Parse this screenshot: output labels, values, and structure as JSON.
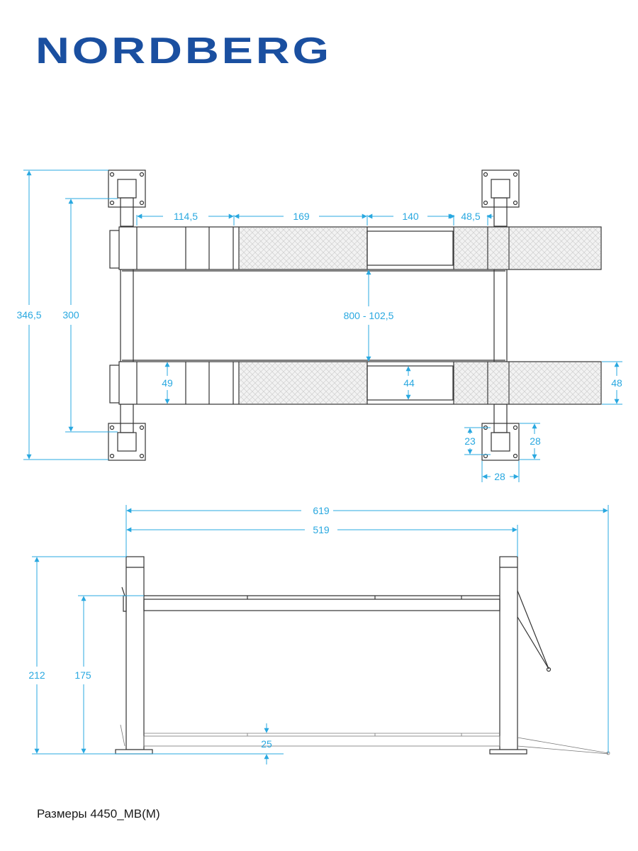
{
  "brand": {
    "name": "NORDBERG",
    "color": "#1a4fa0"
  },
  "accent_color": "#29a8e0",
  "caption": "Размеры 4450_MB(M)",
  "top_view": {
    "dimensions": {
      "d114": "114,5",
      "d169": "169",
      "d140": "140",
      "d48_5": "48,5",
      "d346": "346,5",
      "d300": "300",
      "d800": "800 - 102,5",
      "d49": "49",
      "d44": "44",
      "d48": "48",
      "d23": "23",
      "d28v": "28",
      "d28h": "28"
    }
  },
  "side_view": {
    "dimensions": {
      "d619": "619",
      "d519": "519",
      "d212": "212",
      "d175": "175",
      "d25": "25"
    }
  }
}
